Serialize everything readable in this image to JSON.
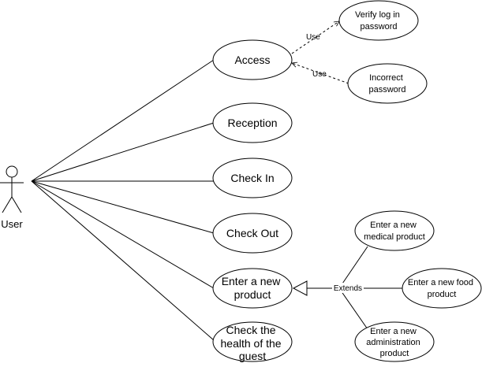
{
  "actor": {
    "label": "User"
  },
  "use_cases": {
    "access": [
      "Access"
    ],
    "reception": [
      "Reception"
    ],
    "check_in": [
      "Check In"
    ],
    "check_out": [
      "Check Out"
    ],
    "enter_product": [
      "Enter a new",
      "product"
    ],
    "check_health": [
      "Check the",
      "health of the",
      "guest"
    ],
    "verify_login": [
      "Verify log in",
      "password"
    ],
    "incorrect_password": [
      "Incorrect",
      "password"
    ],
    "medical_product": [
      "Enter a new",
      "medical product"
    ],
    "food_product": [
      "Enter a new food",
      "product"
    ],
    "administration_product": [
      "Enter a new",
      "administration",
      "product"
    ]
  },
  "edge_labels": {
    "use_verify": "Use",
    "use_incorrect": "Use",
    "extends": "Extends"
  }
}
